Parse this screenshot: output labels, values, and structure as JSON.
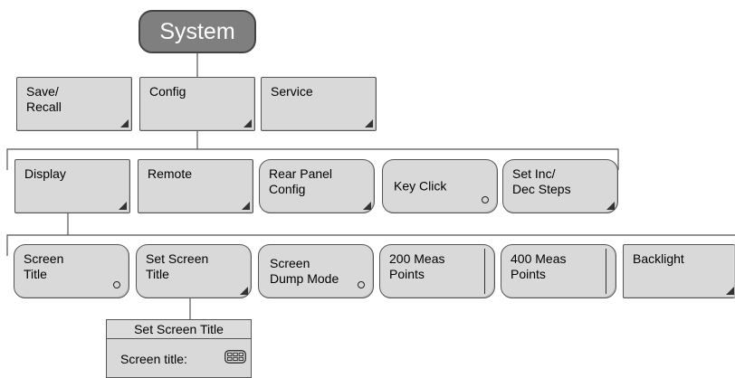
{
  "root": {
    "label": "System"
  },
  "level1": [
    {
      "id": "save-recall",
      "label": "Save/\nRecall",
      "indicator": "submenu"
    },
    {
      "id": "config",
      "label": "Config",
      "indicator": "submenu"
    },
    {
      "id": "service",
      "label": "Service",
      "indicator": "submenu"
    }
  ],
  "level2": [
    {
      "id": "display",
      "label": "Display",
      "indicator": "submenu"
    },
    {
      "id": "remote",
      "label": "Remote",
      "indicator": "submenu"
    },
    {
      "id": "rear-panel-config",
      "label": "Rear Panel\nConfig",
      "indicator": "submenu"
    },
    {
      "id": "key-click",
      "label": "Key Click",
      "indicator": "toggle"
    },
    {
      "id": "set-inc-dec-steps",
      "label": "Set Inc/\nDec Steps",
      "indicator": "submenu"
    }
  ],
  "level3": [
    {
      "id": "screen-title",
      "label": "Screen\nTitle",
      "indicator": "toggle"
    },
    {
      "id": "set-screen-title",
      "label": "Set Screen\nTitle",
      "indicator": "submenu"
    },
    {
      "id": "screen-dump-mode",
      "label": "Screen\nDump Mode",
      "indicator": "toggle"
    },
    {
      "id": "200-meas-points",
      "label": "200 Meas\nPoints",
      "indicator": "selector"
    },
    {
      "id": "400-meas-points",
      "label": "400 Meas\nPoints",
      "indicator": "selector"
    },
    {
      "id": "backlight",
      "label": "Backlight",
      "indicator": "submenu"
    }
  ],
  "dialog": {
    "title": "Set Screen Title",
    "field_label": "Screen title:",
    "icon": "keyboard-icon"
  },
  "colors": {
    "key_fill": "#d9d9d9",
    "root_fill": "#7f7f7f",
    "line": "#555555"
  }
}
